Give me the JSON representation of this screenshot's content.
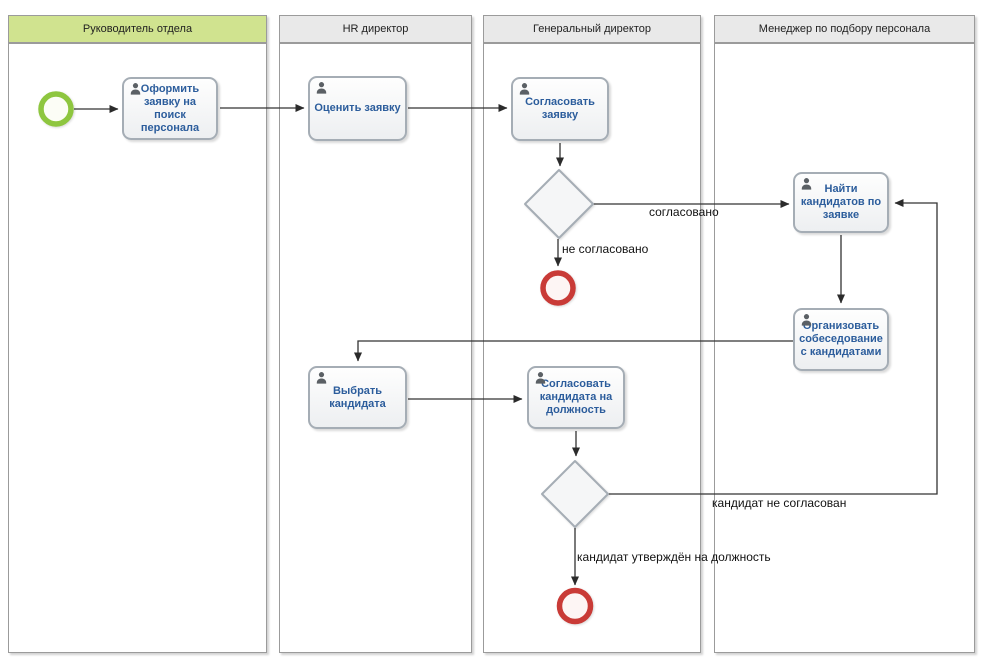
{
  "lanes": [
    {
      "label": "Руководитель отдела",
      "header_bg": "#d0e38f"
    },
    {
      "label": "HR директор",
      "header_bg": "#e9e9e9"
    },
    {
      "label": "Генеральный директор",
      "header_bg": "#e9e9e9"
    },
    {
      "label": "Менеджер по подбору персонала",
      "header_bg": "#e9e9e9"
    }
  ],
  "tasks": [
    {
      "label": "Оформить заявку на поиск персонала",
      "lane": "Руководитель отдела"
    },
    {
      "label": "Оценить заявку",
      "lane": "HR директор"
    },
    {
      "label": "Согласовать заявку",
      "lane": "Генеральный директор"
    },
    {
      "label": "Найти кандидатов по заявке",
      "lane": "Менеджер по подбору персонала"
    },
    {
      "label": "Организовать собеседование с кандидатами",
      "lane": "Менеджер по подбору персонала"
    },
    {
      "label": "Выбрать кандидата",
      "lane": "HR директор"
    },
    {
      "label": "Согласовать кандидата на должность",
      "lane": "Генеральный директор"
    }
  ],
  "edge_labels": {
    "approved": "согласовано",
    "not_approved": "не согласовано",
    "candidate_rejected": "кандидат не согласован",
    "candidate_approved": "кандидат утверждён на должность"
  },
  "events": {
    "start_color": "#8ec63f",
    "end_color": "#c93b37"
  },
  "colors": {
    "task_text": "#2c5d9c",
    "shape_border": "#a5adb5",
    "lane_border": "#9b9b9b"
  },
  "icons": {
    "task_role": "person-icon"
  }
}
